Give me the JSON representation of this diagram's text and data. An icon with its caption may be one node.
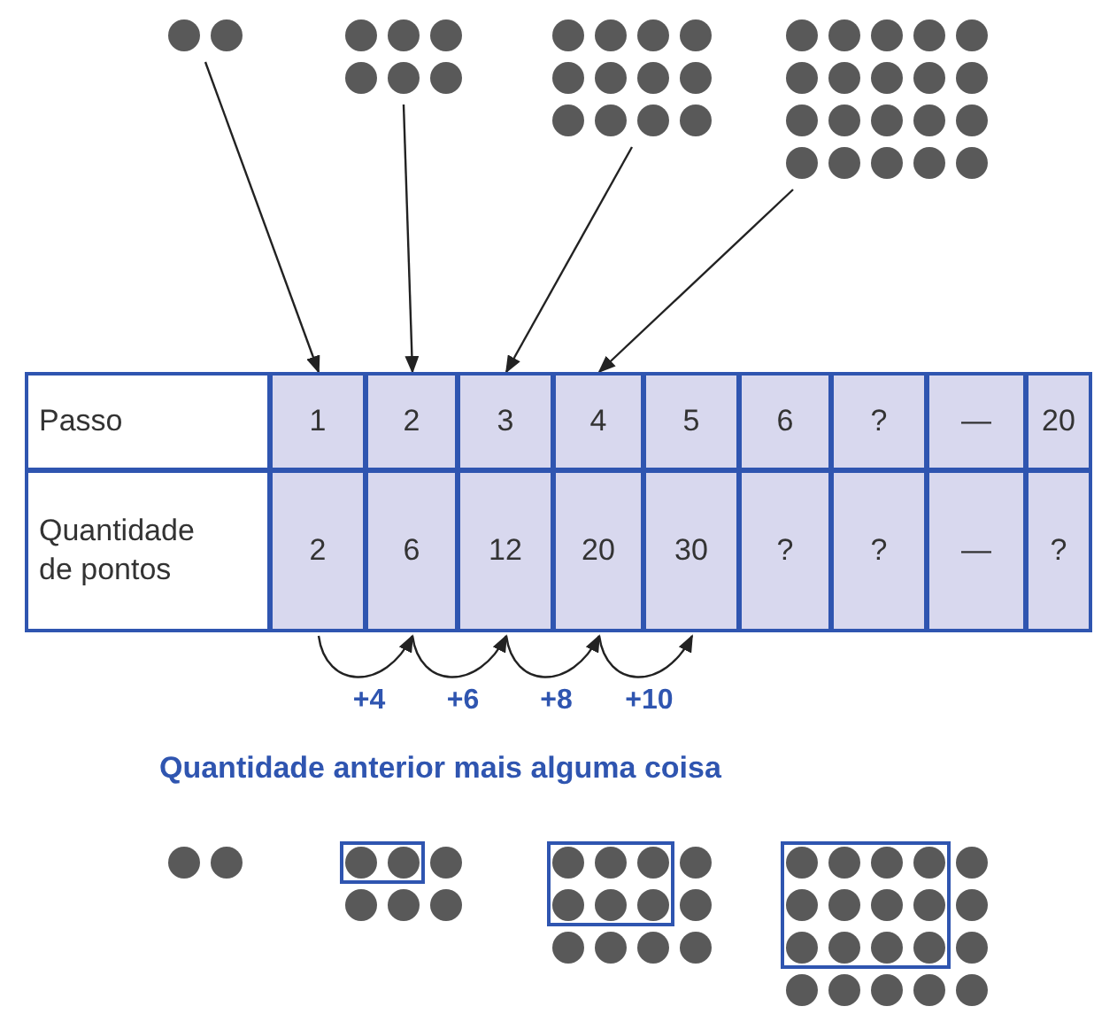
{
  "diagram": {
    "nodes": [
      {
        "text": [],
        "shape": "picture"
      },
      {
        "text": [],
        "shape": "picture"
      },
      {
        "text": [],
        "shape": "picture"
      },
      {
        "text": [],
        "shape": "picture"
      },
      {
        "text": [
          "Passo"
        ]
      },
      {
        "text": [
          "1"
        ]
      },
      {
        "text": [
          "2"
        ]
      },
      {
        "text": [
          "3"
        ]
      },
      {
        "text": [
          "4"
        ]
      },
      {
        "text": [
          "5"
        ]
      },
      {
        "text": [
          "6"
        ]
      },
      {
        "text": [
          "?"
        ]
      },
      {
        "text": [
          "—"
        ]
      },
      {
        "text": [
          "20"
        ]
      },
      {
        "text": [
          "Quantidade de pontos"
        ]
      },
      {
        "text": [
          "2"
        ]
      },
      {
        "text": [
          "6"
        ]
      },
      {
        "text": [
          "12"
        ]
      },
      {
        "text": [
          "20"
        ]
      },
      {
        "text": [
          "30"
        ]
      },
      {
        "text": [
          "?"
        ]
      },
      {
        "text": [
          "?"
        ]
      },
      {
        "text": [
          "—"
        ]
      },
      {
        "text": [
          "?"
        ]
      }
    ],
    "edges": [
      {
        "from": 0,
        "to": 5,
        "arrow": "to"
      },
      {
        "from": 1,
        "to": 6,
        "arrow": "to"
      },
      {
        "from": 2,
        "to": 7,
        "arrow": "to"
      },
      {
        "from": 3,
        "to": 8,
        "arrow": "to"
      },
      {
        "from": 15,
        "to": 16,
        "arrow": "to",
        "label": "+4",
        "color": "#222222"
      },
      {
        "from": 16,
        "to": 17,
        "arrow": "to",
        "label": "+6",
        "color": "#222222"
      },
      {
        "from": 17,
        "to": 18,
        "arrow": "to",
        "label": "+8",
        "color": "#222222"
      },
      {
        "from": 18,
        "to": 19,
        "arrow": "to",
        "label": "+10",
        "color": "#222222"
      }
    ],
    "labels": [
      "Quantidade anterior mais alguma coisa"
    ]
  }
}
